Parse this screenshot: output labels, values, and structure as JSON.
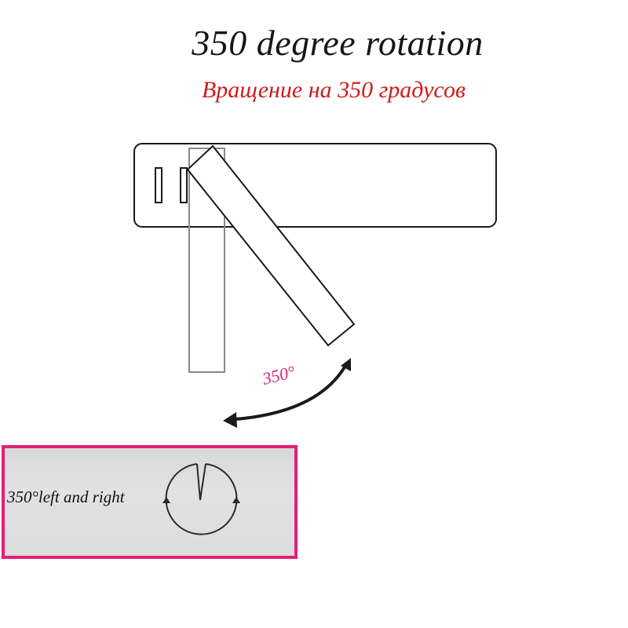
{
  "header": {
    "title": "350 degree rotation",
    "subtitle": "Вращение на 350 градусов"
  },
  "diagram": {
    "angle_label": "350°",
    "angle_color": "#e0207a"
  },
  "inset": {
    "label": "350°left and right",
    "border_color": "#e21f79"
  },
  "colors": {
    "title": "#1a1414",
    "subtitle": "#d01a1a",
    "outline": "#1a1a1a",
    "ghost_arm": "#8a8a8a"
  }
}
